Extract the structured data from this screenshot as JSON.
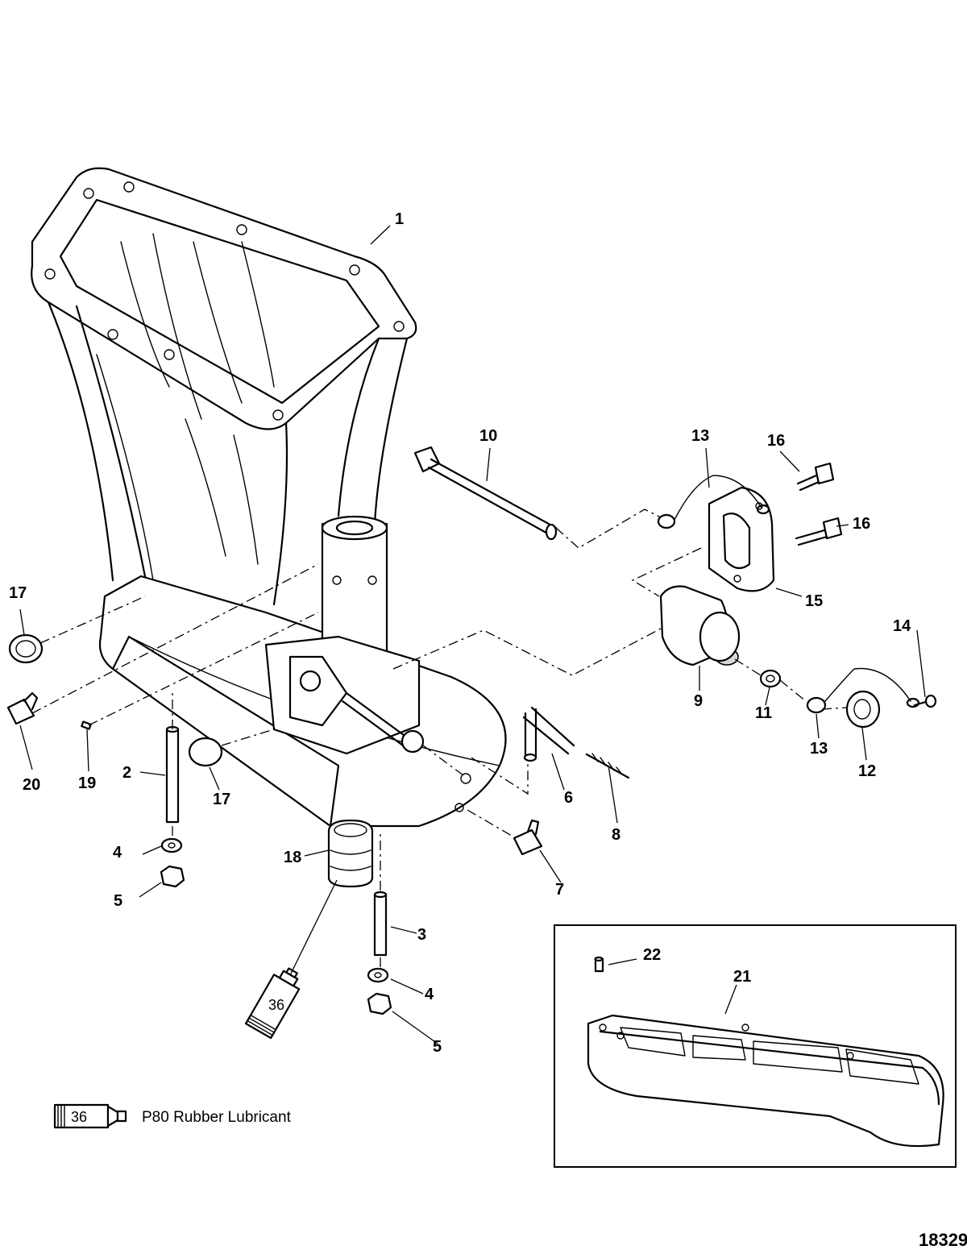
{
  "callouts": [
    {
      "id": "c1",
      "label": "1"
    },
    {
      "id": "c2",
      "label": "2"
    },
    {
      "id": "c3",
      "label": "3"
    },
    {
      "id": "c4a",
      "label": "4"
    },
    {
      "id": "c4b",
      "label": "4"
    },
    {
      "id": "c5a",
      "label": "5"
    },
    {
      "id": "c5b",
      "label": "5"
    },
    {
      "id": "c6",
      "label": "6"
    },
    {
      "id": "c7",
      "label": "7"
    },
    {
      "id": "c8",
      "label": "8"
    },
    {
      "id": "c9",
      "label": "9"
    },
    {
      "id": "c10",
      "label": "10"
    },
    {
      "id": "c11",
      "label": "11"
    },
    {
      "id": "c12",
      "label": "12"
    },
    {
      "id": "c13a",
      "label": "13"
    },
    {
      "id": "c13b",
      "label": "13"
    },
    {
      "id": "c14",
      "label": "14"
    },
    {
      "id": "c15",
      "label": "15"
    },
    {
      "id": "c16a",
      "label": "16"
    },
    {
      "id": "c16b",
      "label": "16"
    },
    {
      "id": "c17a",
      "label": "17"
    },
    {
      "id": "c17b",
      "label": "17"
    },
    {
      "id": "c18",
      "label": "18"
    },
    {
      "id": "c19",
      "label": "19"
    },
    {
      "id": "c20",
      "label": "20"
    },
    {
      "id": "c21",
      "label": "21"
    },
    {
      "id": "c22",
      "label": "22"
    }
  ],
  "lubricant_tube_label": "36",
  "legend": {
    "tube_label": "36",
    "text": "P80 Rubber Lubricant"
  },
  "figure_number": "18329"
}
